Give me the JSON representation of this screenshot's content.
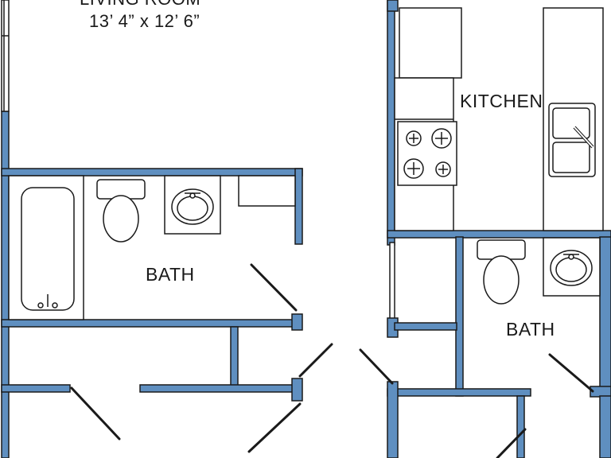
{
  "rooms": {
    "living_room": {
      "name": "LIVING ROOM",
      "dimensions": "13’ 4” x 12’ 6”"
    },
    "kitchen": {
      "name": "KITCHEN"
    },
    "bath_left": {
      "name": "BATH"
    },
    "bath_right": {
      "name": "BATH"
    }
  },
  "colors": {
    "wall_fill": "#5f8fc0",
    "wall_stroke": "#1a1a1a",
    "fixture_stroke": "#1a1a1a"
  }
}
